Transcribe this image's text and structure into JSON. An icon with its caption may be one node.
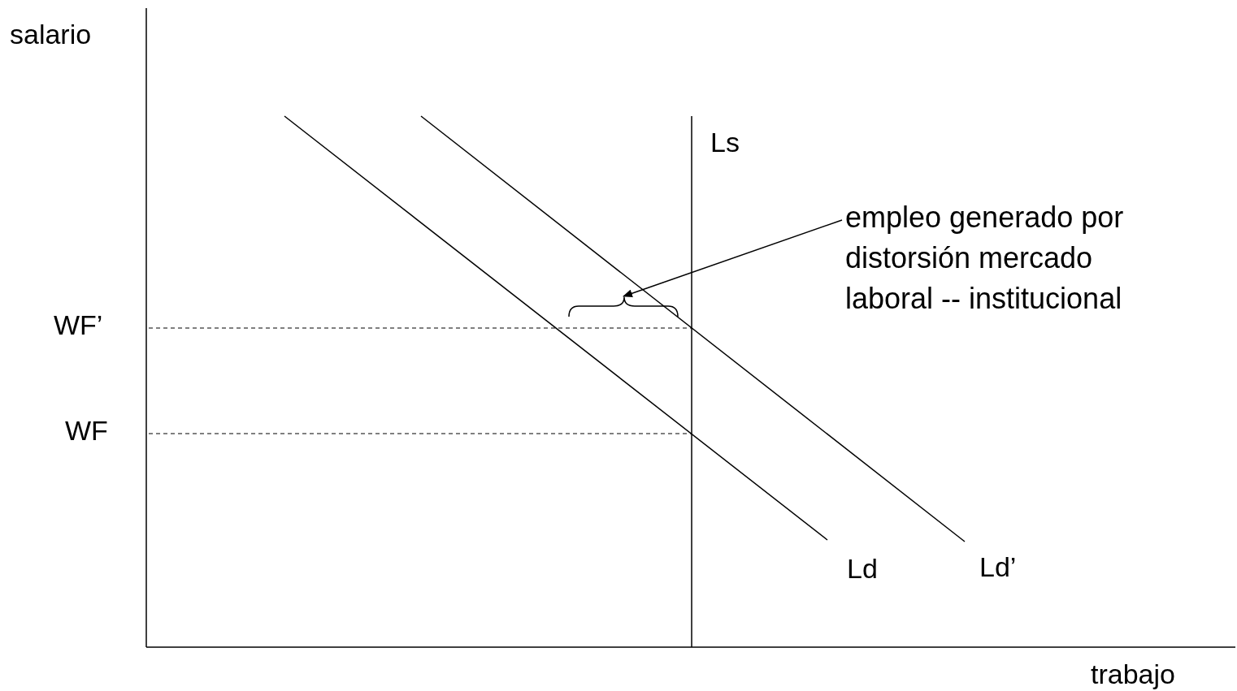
{
  "diagram": {
    "nodes": [
      {
        "text": [
          "empleo generado por distorsión mercado laboral -- institucional"
        ]
      },
      {
        "text": [],
        "shape": "brace"
      }
    ],
    "edges": [
      {
        "from": 0,
        "to": 1,
        "arrow": "to"
      }
    ],
    "labels": [
      "salario",
      "Ls",
      "WF’",
      "WF",
      "Ld",
      "Ld’",
      "trabajo"
    ]
  }
}
